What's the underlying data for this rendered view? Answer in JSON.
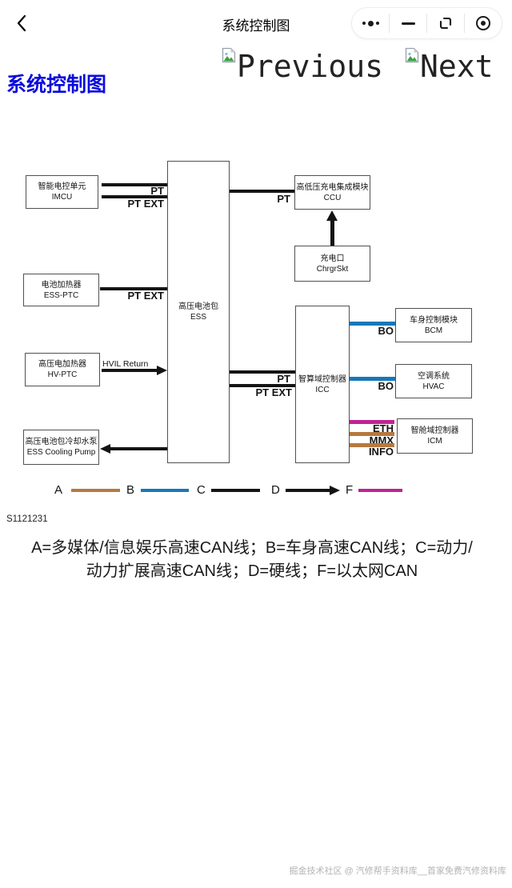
{
  "navbar": {
    "title": "系统控制图"
  },
  "pager": {
    "previous": "Previous",
    "next": "Next"
  },
  "heading": "系统控制图",
  "diagram": {
    "nodes": [
      {
        "zh": "智能电控单元",
        "en": "IMCU"
      },
      {
        "zh": "电池加热器",
        "en": "ESS-PTC"
      },
      {
        "zh": "高压电加热器",
        "en": "HV-PTC"
      },
      {
        "zh": "高压电池包冷却水泵",
        "en": "ESS Cooling Pump"
      },
      {
        "zh": "高压电池包",
        "en": "ESS"
      },
      {
        "zh": "高低压充电集成模块",
        "en": "CCU"
      },
      {
        "zh": "充电口",
        "en": "ChrgrSkt"
      },
      {
        "zh": "智算域控制器",
        "en": "ICC"
      },
      {
        "zh": "车身控制模块",
        "en": "BCM"
      },
      {
        "zh": "空调系统",
        "en": "HVAC"
      },
      {
        "zh": "智舱域控制器",
        "en": "ICM"
      }
    ],
    "edge_labels": {
      "pt": "PT",
      "pt_ext": "PT EXT",
      "hvil": "HVIL Return",
      "bo": "BO",
      "eth": "ETH",
      "mmx": "MMX",
      "info": "INFO"
    },
    "legend": [
      {
        "key": "A",
        "color": "#b5793f"
      },
      {
        "key": "B",
        "color": "#1878b8"
      },
      {
        "key": "C",
        "color": "#141414"
      },
      {
        "key": "D",
        "color": "#141414"
      },
      {
        "key": "F",
        "color": "#c02394"
      }
    ],
    "colors": {
      "bus_black": "#141414",
      "body_can_blue": "#1878b8",
      "ethernet_magenta": "#c02394",
      "multimedia_brown": "#b5793f"
    },
    "figure_code": "S1121231"
  },
  "caption": {
    "line1": "A=多媒体/信息娱乐高速CAN线；B=车身高速CAN线；C=动力/",
    "line2": "动力扩展高速CAN线；D=硬线；F=以太网CAN"
  },
  "watermark": "掘金技术社区 @ 汽修帮手资料库__首家免费汽修资料库"
}
